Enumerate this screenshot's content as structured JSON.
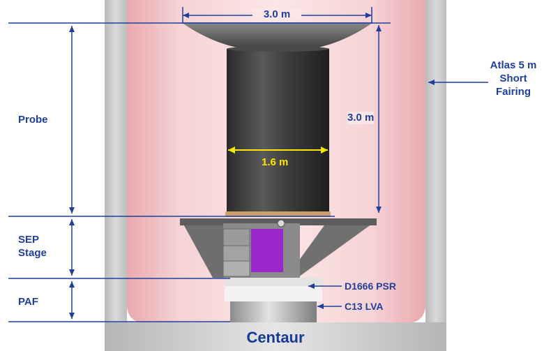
{
  "dimensions": {
    "top_width": "3.0 m",
    "probe_height": "3.0 m",
    "probe_diameter": "1.6 m"
  },
  "labels": {
    "probe": "Probe",
    "sep_stage_line1": "SEP",
    "sep_stage_line2": "Stage",
    "paf": "PAF",
    "fairing_line1": "Atlas 5 m",
    "fairing_line2": "Short",
    "fairing_line3": "Fairing",
    "psr": "D1666 PSR",
    "lva": "C13 LVA",
    "centaur": "Centaur"
  },
  "colors": {
    "annotation_blue": "#1f3f9a",
    "fairing_wall": "#c9c9c9",
    "fairing_interior": "#f3c3c6",
    "probe_body": "#3a3a3a",
    "sep_panel": "#9a27c9",
    "dimension_yellow": "#ffe600"
  }
}
